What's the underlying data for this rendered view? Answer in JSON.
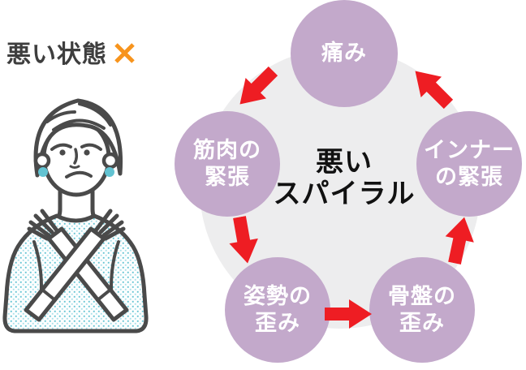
{
  "header": {
    "title": "悪い状態",
    "title_color": "#3e3e3e",
    "cross_icon": "batsu-cross-icon",
    "cross_color": "#f7941d"
  },
  "spiral": {
    "center_line1": "悪い",
    "center_line2": "スパイラル",
    "node_color": "#c3a9cb",
    "ring_color": "#ededee",
    "arrow_color": "#ee1d23",
    "node_text_color": "#ffffff",
    "nodes": [
      {
        "id": "pain",
        "line1": "痛み",
        "line2": ""
      },
      {
        "id": "muscle-tension",
        "line1": "筋肉の",
        "line2": "緊張"
      },
      {
        "id": "inner-tension",
        "line1": "インナー",
        "line2": "の緊張"
      },
      {
        "id": "posture-distortion",
        "line1": "姿勢の",
        "line2": "歪み"
      },
      {
        "id": "pelvis-distortion",
        "line1": "骨盤の",
        "line2": "歪み"
      }
    ],
    "arrows": [
      "pain-to-muscle-tension",
      "muscle-tension-to-posture-distortion",
      "posture-distortion-to-pelvis-distortion",
      "pelvis-distortion-to-inner-tension",
      "inner-tension-to-pain"
    ]
  },
  "illustration": {
    "name": "woman-crossing-arms-x-gesture",
    "line_color": "#4a4a4a",
    "accent_color": "#62c3d2"
  }
}
